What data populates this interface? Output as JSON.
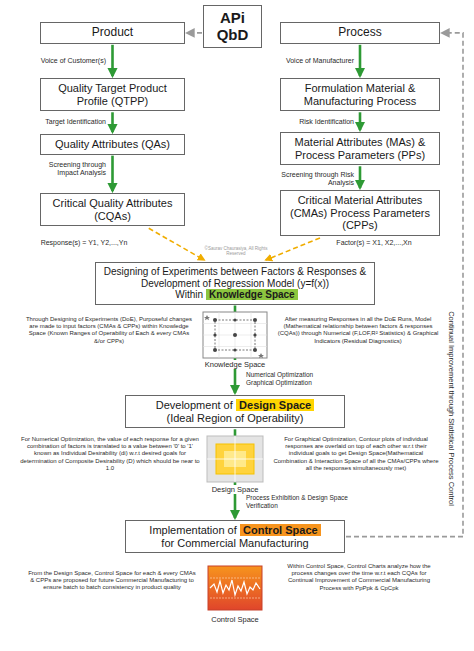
{
  "diagram": {
    "nodes": [
      {
        "text": [
          "Product"
        ]
      },
      {
        "text": [
          "APi QbD"
        ]
      },
      {
        "text": [
          "Process"
        ]
      },
      {
        "text": [
          "Quality Target Product Profile (QTPP)"
        ]
      },
      {
        "text": [
          "Formulation Material & Manufacturing Process"
        ]
      },
      {
        "text": [
          "Quality Attributes (QAs)"
        ]
      },
      {
        "text": [
          "Material Attributes (MAs) & Process Parameters (PPs)"
        ]
      },
      {
        "text": [
          "Critical Quality Attributes (CQAs)"
        ]
      },
      {
        "text": [
          "Critical Material Attributes (CMAs) Process Parameters (CPPs)"
        ]
      },
      {
        "text": [
          "Designing of Experiments between Factors & Responses & Development of Regression Model (y=f(x))",
          "Within",
          "Knowledge Space"
        ]
      },
      {
        "text": [
          "Development of",
          "Design Space",
          "(Ideal Region of Operability)"
        ]
      },
      {
        "text": [
          "Implementation of",
          "Control Space",
          "for Commercial Manufacturing"
        ]
      }
    ],
    "edges": [
      {
        "from": 1,
        "to": 0,
        "arrow": "to"
      },
      {
        "from": 0,
        "to": 3,
        "arrow": "to"
      },
      {
        "from": 3,
        "to": 5,
        "arrow": "to"
      },
      {
        "from": 5,
        "to": 7,
        "arrow": "to"
      },
      {
        "from": 2,
        "to": 4,
        "arrow": "to"
      },
      {
        "from": 4,
        "to": 6,
        "arrow": "to"
      },
      {
        "from": 6,
        "to": 8,
        "arrow": "to"
      },
      {
        "from": 7,
        "to": 9,
        "arrow": "to"
      },
      {
        "from": 8,
        "to": 9,
        "arrow": "to"
      },
      {
        "from": 9,
        "to": 10,
        "arrow": "to"
      },
      {
        "from": 10,
        "to": 11,
        "arrow": "to"
      },
      {
        "from": 11,
        "to": 2,
        "arrow": "to"
      }
    ],
    "labels": [
      "Voice of Customer(s)",
      "Voice of Manufacturer",
      "Target Identification",
      "Risk Identification",
      "Screening through Impact Analysis",
      "Screening through Risk Analysis",
      "Response(s) = Y1, Y2,...,Yn",
      "Factor(s) = X1, X2,...,Xn",
      "©Saurav Chaurasiya, All Rights Reserved",
      "Through Designing of Experiments (DoE), Purposeful changes are made to input factors (CMAs & CPPs) within Knowledge Space (Known Ranges of Operability of Each & every CMAs &/or CPPs)",
      "After measuring Responses in all the DoE Runs, Model (Mathematical relationship between factors & responses (CQAs)) through Numerical (F,LOF,R² Statistics) & Graphical Indicators (Residual Diagnostics)",
      "Knowledge Space",
      "Numerical Optimization Graphical Optimization",
      "For Numerical Optimization, the value of each response for a given combination of factors is translated to a value between '0' to '1' known as Individual Desirability (di) w.r.t desired goals for determination of Composite Desirability (D) which should be near to 1.0",
      "For Graphical Optimization, Contour plots of individual responses are overlaid on top of each other w.r.t their individual goals to get Design Space(Mathematical Combination & Interaction Space of all the CMAs/CPPs where all the responses simultaneously met)",
      "Design Space",
      "Process Exhibition & Design Space Verification",
      "From the Design Space, Control Space for each & every CMAs & CPPs are proposed for future Commercial Manufacturing to ensure batch to batch consistency in product quality",
      "Within Control Space, Control Charts analyze how the process changes over the time w.r.t each CQAs for Continual Improvement of Commercial Manufacturing Process with PpPpk & CpCpk",
      "Control Space",
      "Continual Improvement through Statistical Process Control"
    ]
  }
}
